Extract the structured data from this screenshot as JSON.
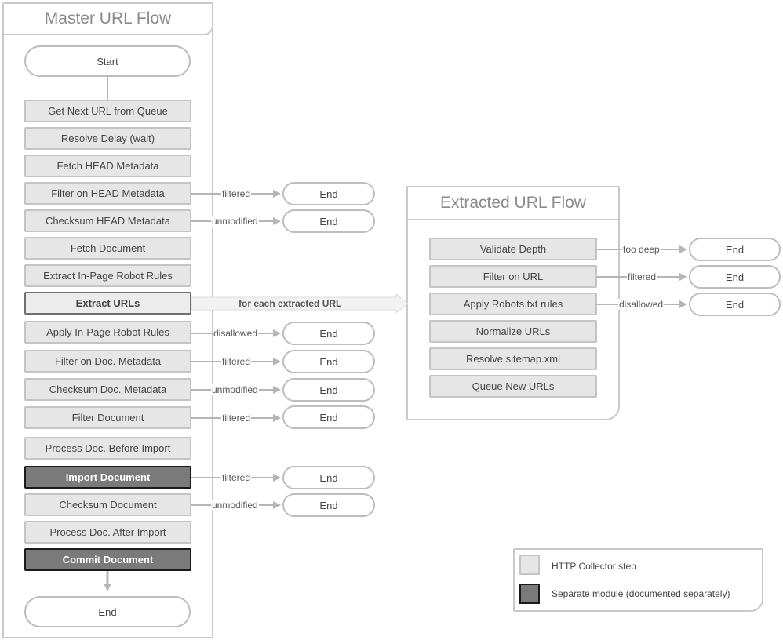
{
  "master": {
    "title": "Master URL Flow",
    "start": "Start",
    "end": "End",
    "steps": [
      "Get Next URL from Queue",
      "Resolve Delay (wait)",
      "Fetch HEAD Metadata",
      "Filter on HEAD Metadata",
      "Checksum HEAD Metadata",
      "Fetch Document",
      "Extract In-Page Robot Rules",
      "Extract URLs",
      "Apply In-Page Robot Rules",
      "Filter on Doc. Metadata",
      "Checksum Doc. Metadata",
      "Filter Document",
      "Process Doc. Before Import",
      "Import Document",
      "Checksum Document",
      "Process Doc. After Import",
      "Commit Document"
    ],
    "branches": [
      {
        "label": "filtered",
        "end": "End"
      },
      {
        "label": "unmodified",
        "end": "End"
      },
      {
        "label": "disallowed",
        "end": "End"
      },
      {
        "label": "filtered",
        "end": "End"
      },
      {
        "label": "unmodified",
        "end": "End"
      },
      {
        "label": "filtered",
        "end": "End"
      },
      {
        "label": "filtered",
        "end": "End"
      },
      {
        "label": "unmodified",
        "end": "End"
      }
    ]
  },
  "connector": {
    "label": "for each extracted URL"
  },
  "extracted": {
    "title": "Extracted URL Flow",
    "steps": [
      "Validate Depth",
      "Filter on URL",
      "Apply Robots.txt rules",
      "Normalize URLs",
      "Resolve sitemap.xml",
      "Queue New URLs"
    ],
    "branches": [
      {
        "label": "too deep",
        "end": "End"
      },
      {
        "label": "filtered",
        "end": "End"
      },
      {
        "label": "disallowed",
        "end": "End"
      }
    ]
  },
  "legend": {
    "collector_step": "HTTP Collector step",
    "separate_module": "Separate module (documented separately)"
  },
  "colors": {
    "step_fill": "#e6e6e6",
    "step_border": "#c4c4c4",
    "module_fill": "#7a7a7a",
    "module_border": "#1a1a1a",
    "arrow": "#b5b5b5"
  }
}
